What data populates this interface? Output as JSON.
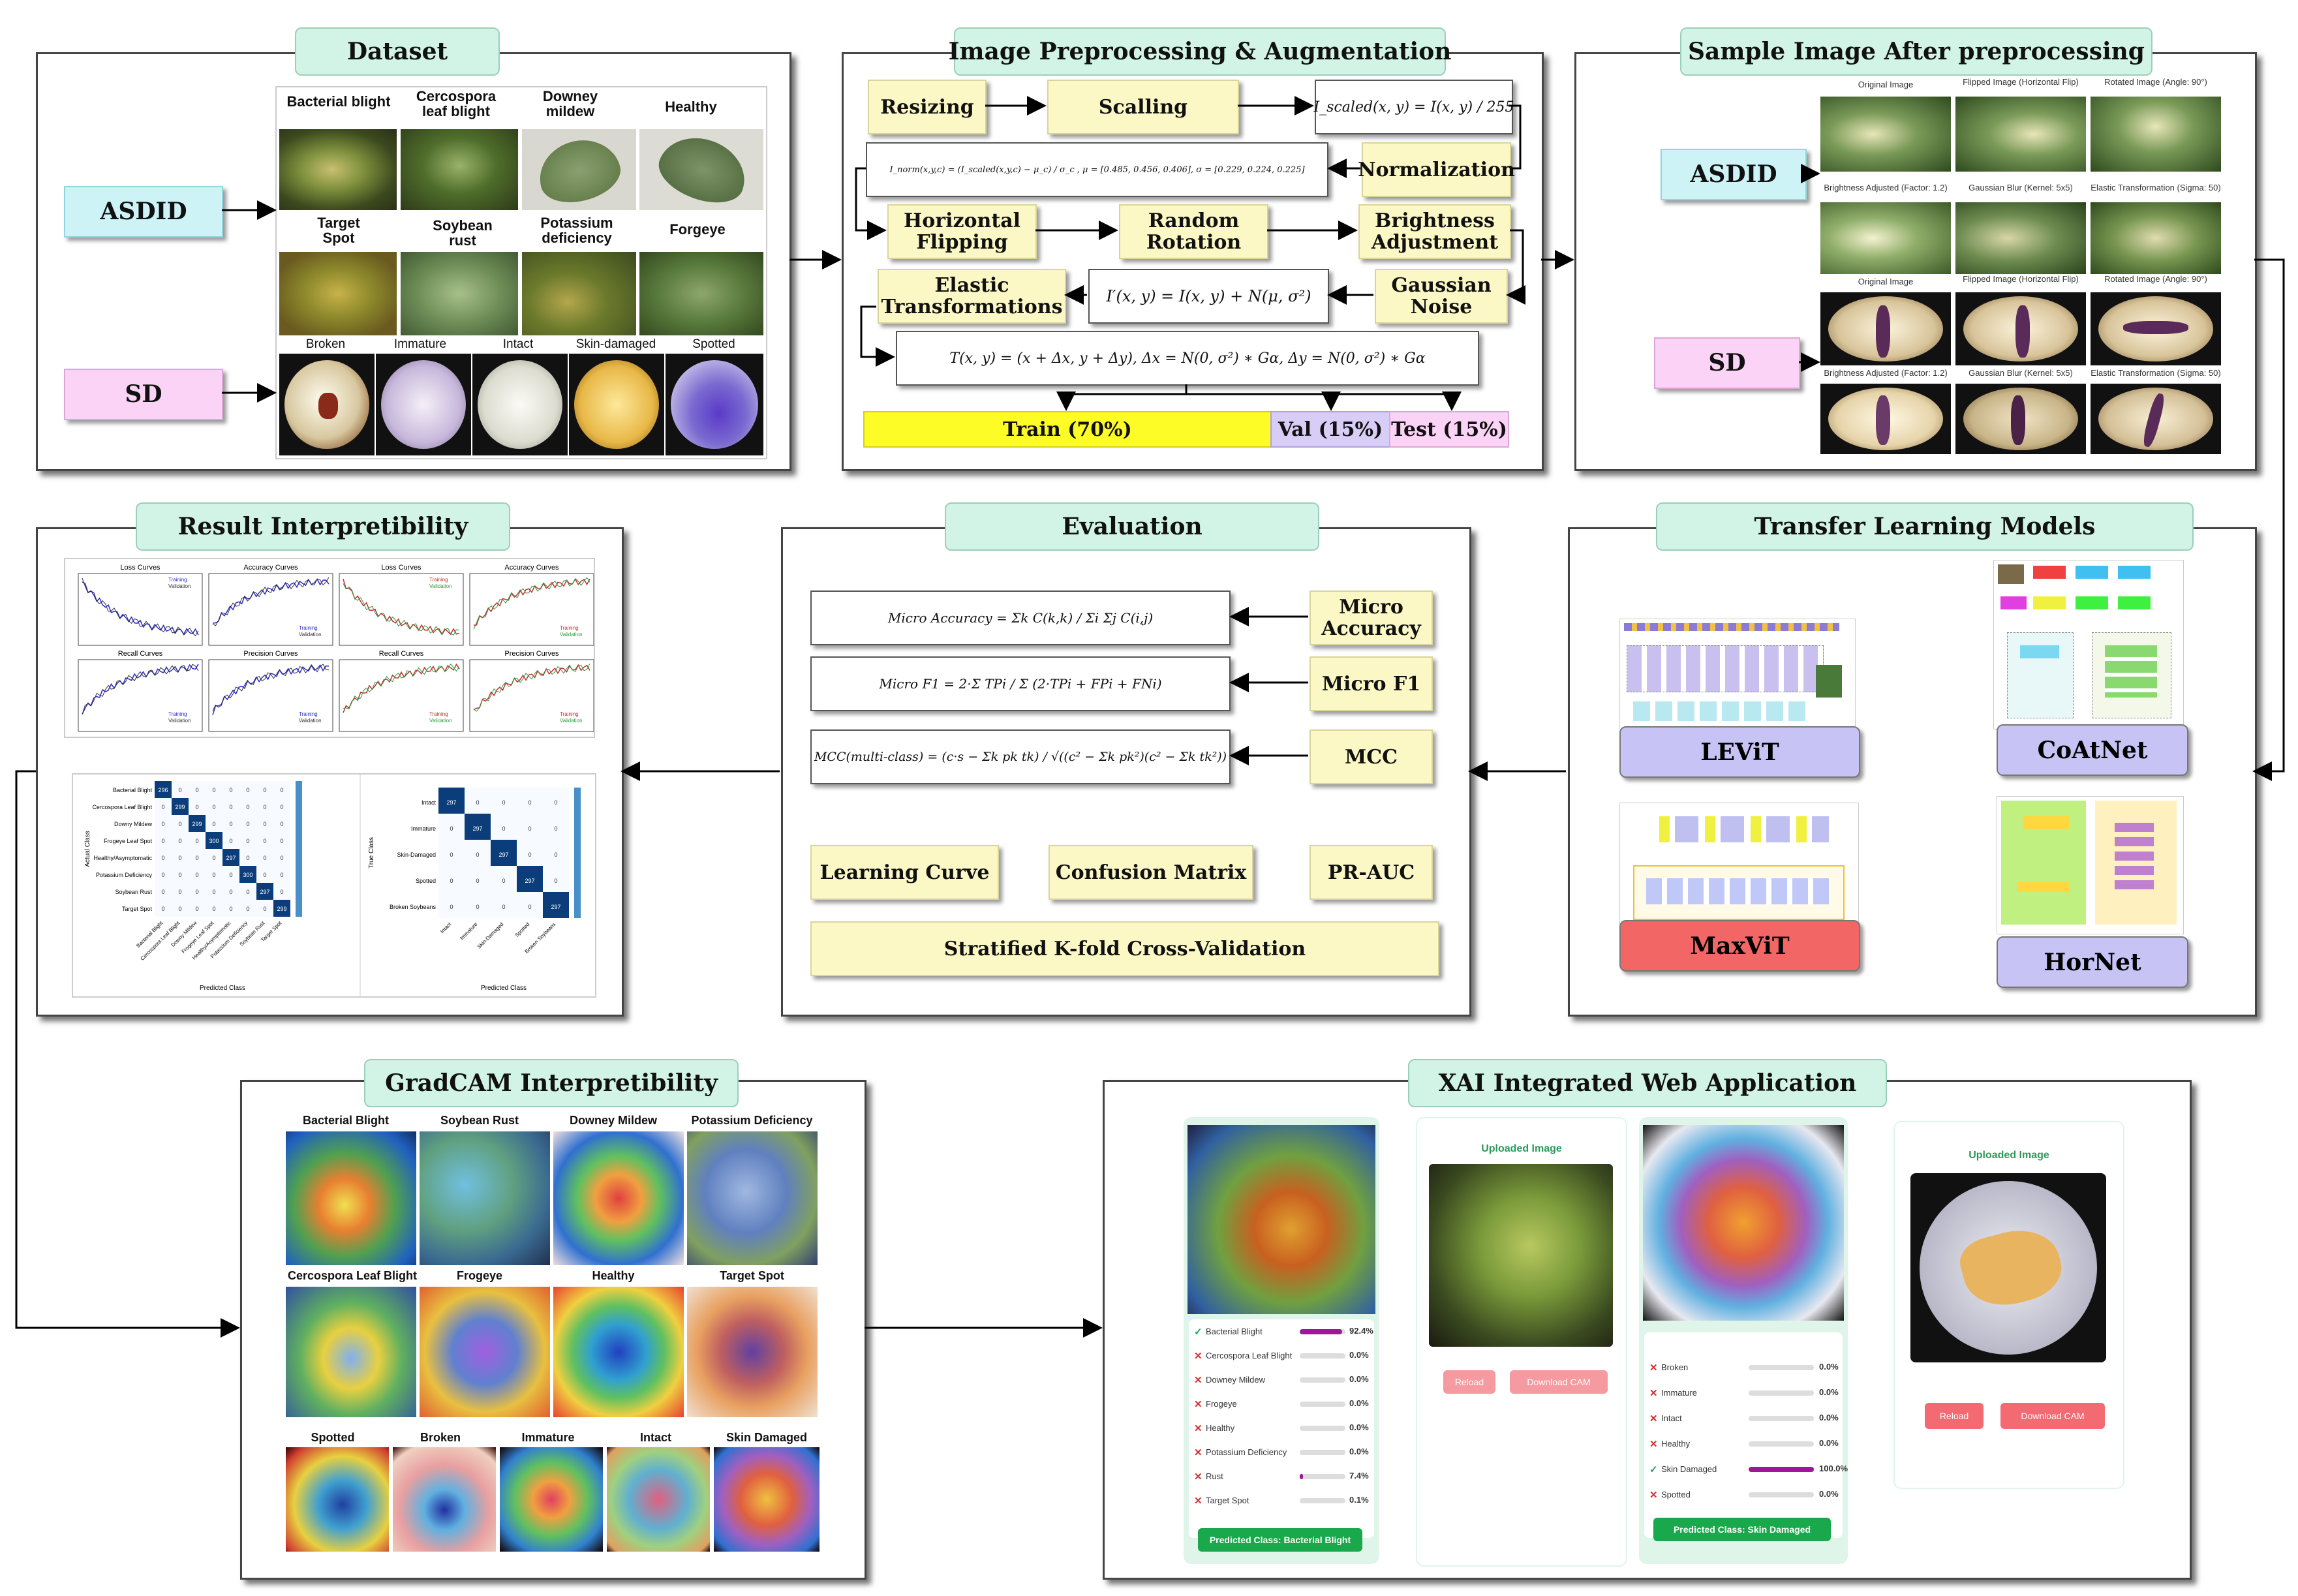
{
  "sections": {
    "dataset": "Dataset",
    "preprocessing": "Image Preprocessing & Augmentation",
    "sample": "Sample Image After preprocessing",
    "interpretability": "Result Interpretibility",
    "evaluation": "Evaluation",
    "transfer": "Transfer Learning Models",
    "gradcam": "GradCAM Interpretibility",
    "webapp": "XAI Integrated Web Application"
  },
  "dataset": {
    "asdid": "ASDID",
    "sd": "SD",
    "row1": [
      "Bacterial blight",
      "Cercospora leaf blight",
      "Downey mildew",
      "Healthy"
    ],
    "row2": [
      "Target Spot",
      "Soybean rust",
      "Potassium deficiency",
      "Forgeye"
    ],
    "row3": [
      "Broken",
      "Immature",
      "Intact",
      "Skin-damaged",
      "Spotted"
    ]
  },
  "preprocessing": {
    "resizing": "Resizing",
    "scalling": "Scalling",
    "scaled_formula": "I_scaled(x, y) = I(x, y) / 255",
    "norm_formula": "I_norm(x,y,c) = (I_scaled(x,y,c) − μ_c) / σ_c ,   μ = [0.485, 0.456, 0.406],   σ = [0.229, 0.224, 0.225]",
    "normalization": "Normalization",
    "horizontal": "Horizontal Flipping",
    "random": "Random Rotation",
    "brightness": "Brightness Adjustment",
    "elastic": "Elastic Transformations",
    "noise_formula": "I′(x, y) = I(x, y) + N(μ, σ²)",
    "gaussian": "Gaussian Noise",
    "elastic_formula": "T(x, y) = (x + Δx, y + Δy),  Δx = N(0, σ²) ∗ Gα,  Δy = N(0, σ²) ∗ Gα",
    "train": "Train (70%)",
    "val": "Val (15%)",
    "test": "Test (15%)"
  },
  "sample": {
    "asdid": "ASDID",
    "sd": "SD",
    "captions_top": [
      "Original Image",
      "Flipped Image (Horizontal Flip)",
      "Rotated Image (Angle: 90°)"
    ],
    "captions_bottom": [
      "Brightness Adjusted (Factor: 1.2)",
      "Gaussian Blur (Kernel: 5x5)",
      "Elastic Transformation (Sigma: 50)"
    ]
  },
  "evaluation": {
    "micro_acc_formula": "Micro Accuracy = Σk C(k,k) / Σi Σj C(i,j)",
    "micro_f1_formula": "Micro F1 = 2·Σ TPi / Σ (2·TPi + FPi + FNi)",
    "mcc_formula": "MCC(multi-class) = (c·s − Σk pk tk) / √((c² − Σk pk²)(c² − Σk tk²))",
    "micro_accuracy": "Micro Accuracy",
    "micro_f1": "Micro F1",
    "mcc": "MCC",
    "learning_curve": "Learning Curve",
    "confusion_matrix": "Confusion Matrix",
    "pr_auc": "PR-AUC",
    "kfold": "Stratified K-fold Cross-Validation"
  },
  "models": {
    "levit": "LEViT",
    "coatnet": "CoAtNet",
    "maxvit": "MaxViT",
    "hornet": "HorNet"
  },
  "results": {
    "curve_titles": [
      "Loss Curves",
      "Accuracy Curves",
      "Loss Curves",
      "Accuracy Curves",
      "Recall Curves",
      "Precision Curves",
      "Recall Curves",
      "Precision Curves"
    ],
    "legend": [
      "Training",
      "Validation"
    ],
    "cm1_labels": [
      "Bacterial Blight",
      "Cercospora Leaf Blight",
      "Downy Mildew",
      "Frogeye Leaf Spot",
      "Healthy/Asymptomatic",
      "Potassium Deficiency",
      "Soybean Rust",
      "Target Spot"
    ],
    "cm1_diag": [
      "296",
      "299",
      "299",
      "300",
      "297",
      "300",
      "297",
      "299"
    ],
    "cm2_labels": [
      "Intact",
      "Immature",
      "Skin-Damaged",
      "Spotted",
      "Broken Soybeans"
    ],
    "cm2_diag": [
      "297",
      "297",
      "297",
      "297",
      "297"
    ],
    "cm_xlabel": "Predicted Class",
    "cm1_ylabel": "Actual Class",
    "cm2_ylabel": "True Class"
  },
  "gradcam": {
    "row1": [
      "Bacterial Blight",
      "Soybean Rust",
      "Downey Mildew",
      "Potassium Deficiency"
    ],
    "row2": [
      "Cercospora Leaf Blight",
      "Frogeye",
      "Healthy",
      "Target Spot"
    ],
    "row3": [
      "Spotted",
      "Broken",
      "Immature",
      "Intact",
      "Skin Damaged"
    ]
  },
  "webapp": {
    "uploaded": "Uploaded Image",
    "reload": "Reload",
    "download": "Download CAM",
    "leaf_preds": [
      {
        "label": "Bacterial Blight",
        "val": "92.4%",
        "ok": true,
        "pct": 92.4
      },
      {
        "label": "Cercospora Leaf Blight",
        "val": "0.0%",
        "ok": false,
        "pct": 0
      },
      {
        "label": "Downey Mildew",
        "val": "0.0%",
        "ok": false,
        "pct": 0
      },
      {
        "label": "Frogeye",
        "val": "0.0%",
        "ok": false,
        "pct": 0
      },
      {
        "label": "Healthy",
        "val": "0.0%",
        "ok": false,
        "pct": 0
      },
      {
        "label": "Potassium Deficiency",
        "val": "0.0%",
        "ok": false,
        "pct": 0
      },
      {
        "label": "Rust",
        "val": "7.4%",
        "ok": false,
        "pct": 7.4
      },
      {
        "label": "Target Spot",
        "val": "0.1%",
        "ok": false,
        "pct": 0.1
      }
    ],
    "leaf_pred_class": "Predicted Class: Bacterial Blight",
    "seed_preds": [
      {
        "label": "Broken",
        "val": "0.0%",
        "ok": false,
        "pct": 0
      },
      {
        "label": "Immature",
        "val": "0.0%",
        "ok": false,
        "pct": 0
      },
      {
        "label": "Intact",
        "val": "0.0%",
        "ok": false,
        "pct": 0
      },
      {
        "label": "Healthy",
        "val": "0.0%",
        "ok": false,
        "pct": 0
      },
      {
        "label": "Skin Damaged",
        "val": "100.0%",
        "ok": true,
        "pct": 100
      },
      {
        "label": "Spotted",
        "val": "0.0%",
        "ok": false,
        "pct": 0
      }
    ],
    "seed_pred_class": "Predicted Class: Skin Damaged"
  }
}
